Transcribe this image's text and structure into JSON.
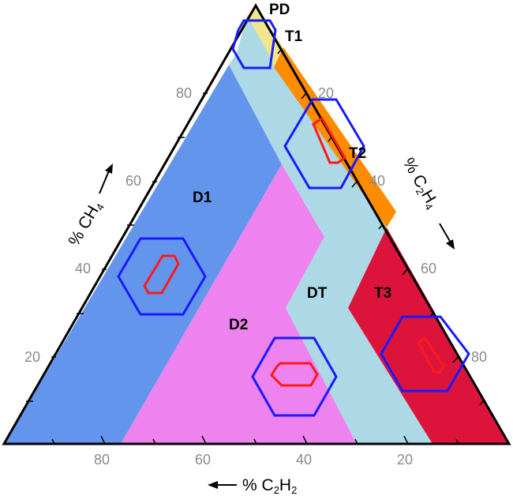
{
  "diagram": {
    "zones": [
      {
        "key": "PD",
        "label": "PD",
        "color": "#f0e68c"
      },
      {
        "key": "T1",
        "label": "T1",
        "color": "#add8e6"
      },
      {
        "key": "T2",
        "label": "T2",
        "color": "#ff8c00"
      },
      {
        "key": "T3",
        "label": "T3",
        "color": "#dc143c"
      },
      {
        "key": "D1",
        "label": "D1",
        "color": "#6495ed"
      },
      {
        "key": "D2",
        "label": "D2",
        "color": "#ee82ee"
      },
      {
        "key": "DT",
        "label": "DT",
        "color": "#add8e6"
      }
    ],
    "axes": {
      "left": {
        "title_main": "% CH",
        "title_sub": "4",
        "ticks": [
          "20",
          "40",
          "60",
          "80"
        ]
      },
      "right": {
        "title_main_1": "% C",
        "title_sub_1": "2",
        "title_main_2": "H",
        "title_sub_2": "4",
        "ticks": [
          "20",
          "40",
          "60",
          "80"
        ]
      },
      "bottom": {
        "title_main_1": "% C",
        "title_sub_1": "2",
        "title_main_2": "H",
        "title_sub_2": "2",
        "ticks": [
          "80",
          "60",
          "40",
          "20"
        ]
      }
    },
    "colors": {
      "outline": "#000000",
      "hexagon": "#1a1aff",
      "inner_marker": "#ff1a1a",
      "tick_text": "#8a8a8a"
    }
  }
}
